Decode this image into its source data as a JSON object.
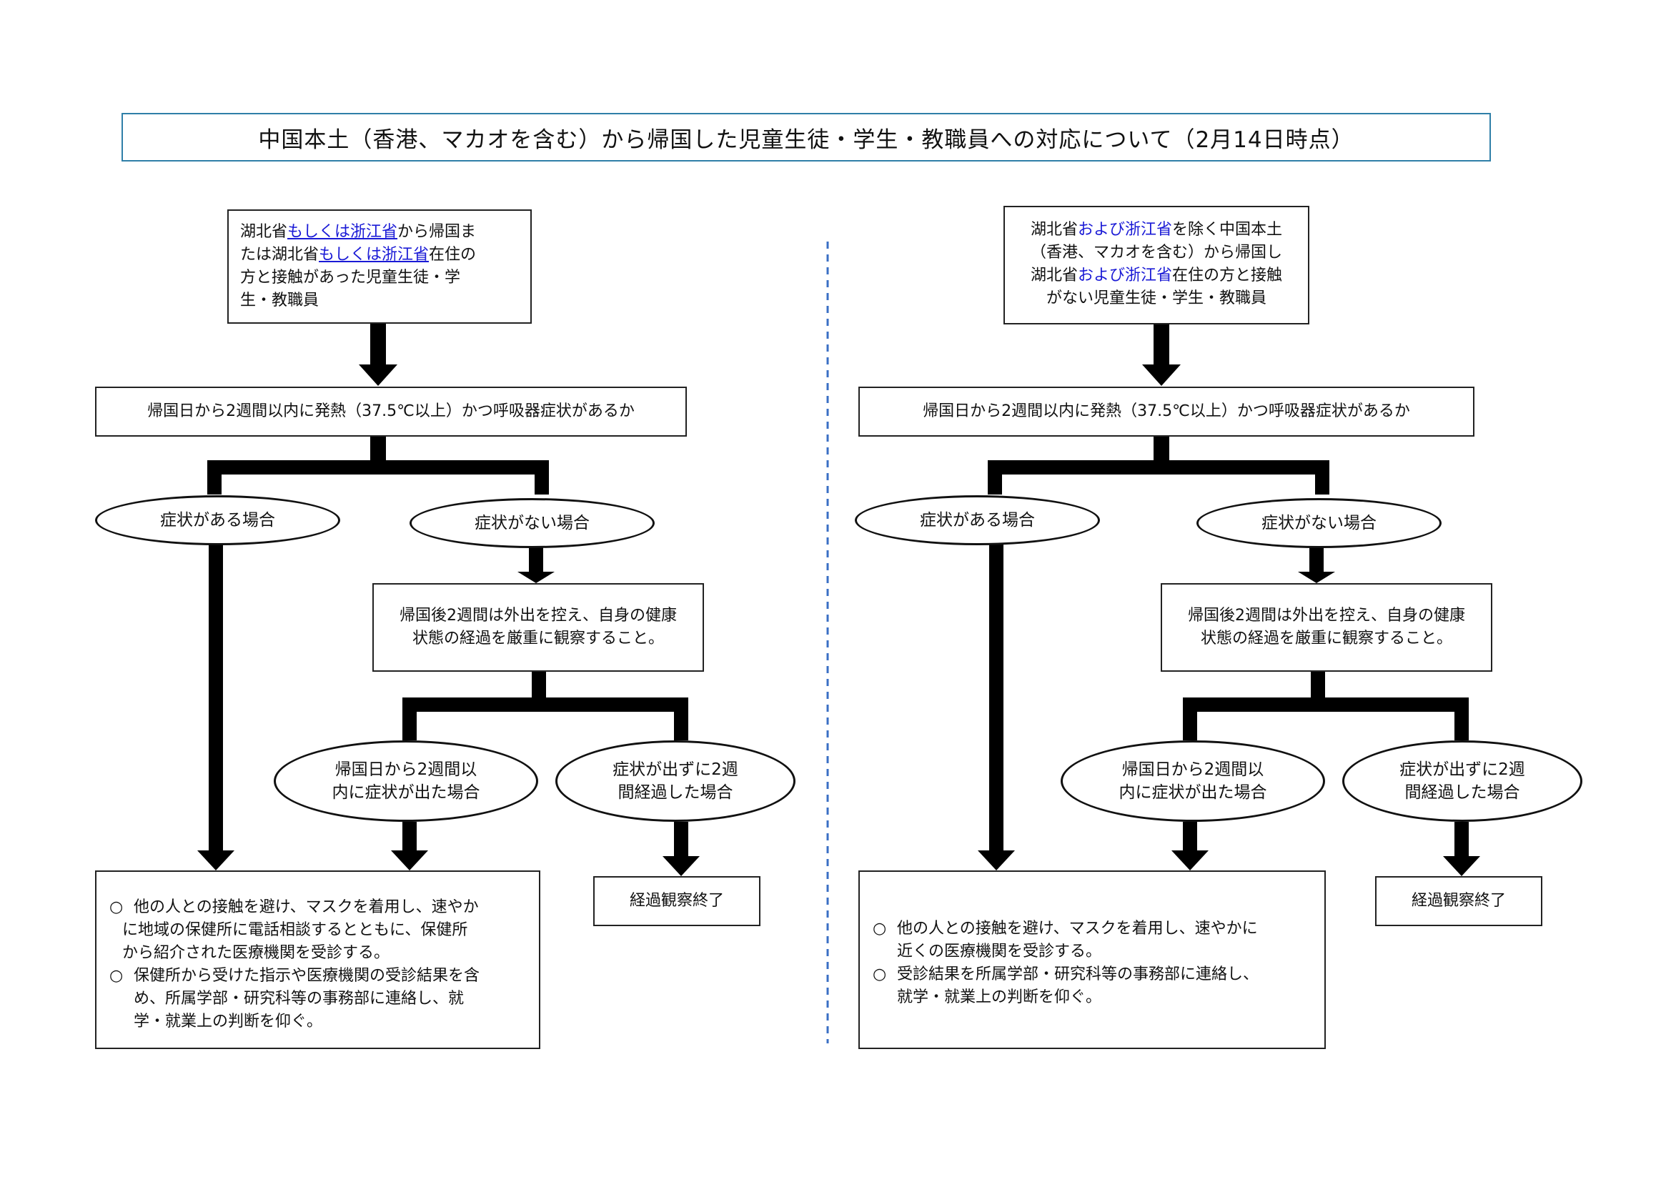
{
  "title": "中国本土（香港、マカオを含む）から帰国した児童生徒・学生・教職員への対応について（2月14日時点）",
  "left": {
    "start": {
      "line1_a": "湖北省",
      "line1_b": "もしくは浙江省",
      "line1_c": "から帰国ま",
      "line2_a": "たは湖北省",
      "line2_b": "もしくは浙江省",
      "line2_c": "在住の",
      "line3": "方と接触があった児童生徒・学",
      "line4": "生・教職員"
    },
    "question": "帰国日から2週間以内に発熱（37.5℃以上）かつ呼吸器症状があるか",
    "yes": "症状がある場合",
    "no": "症状がない場合",
    "observe_l1": "帰国後2週間は外出を控え、自身の健康",
    "observe_l2": "状態の経過を厳重に観察すること。",
    "appear_l1": "帰国日から2週間以",
    "appear_l2": "内に症状が出た場合",
    "none_l1": "症状が出ずに2週",
    "none_l2": "間経過した場合",
    "end": "経過観察終了",
    "bullet_mark": "○",
    "action1_l1": "他の人との接触を避け、マスクを着用し、速やか",
    "action1_l2": "に地域の保健所に電話相談するとともに、保健所",
    "action1_l3": "から紹介された医療機関を受診する。",
    "action2_l1": "保健所から受けた指示や医療機関の受診結果を含",
    "action2_l2": "め、所属学部・研究科等の事務部に連絡し、就",
    "action2_l3": "学・就業上の判断を仰ぐ。"
  },
  "right": {
    "start": {
      "line1_a": "湖北省",
      "line1_b": "および浙江省",
      "line1_c": "を除く中国本土",
      "line2": "（香港、マカオを含む）から帰国し",
      "line3_a": "湖北省",
      "line3_b": "および浙江省",
      "line3_c": "在住の方と接触",
      "line4": "がない児童生徒・学生・教職員"
    },
    "question": "帰国日から2週間以内に発熱（37.5℃以上）かつ呼吸器症状があるか",
    "yes": "症状がある場合",
    "no": "症状がない場合",
    "observe_l1": "帰国後2週間は外出を控え、自身の健康",
    "observe_l2": "状態の経過を厳重に観察すること。",
    "appear_l1": "帰国日から2週間以",
    "appear_l2": "内に症状が出た場合",
    "none_l1": "症状が出ずに2週",
    "none_l2": "間経過した場合",
    "end": "経過観察終了",
    "bullet_mark": "○",
    "action1_l1": "他の人との接触を避け、マスクを着用し、速やかに",
    "action1_l2": "近くの医療機関を受診する。",
    "action2_l1": "受診結果を所属学部・研究科等の事務部に連絡し、",
    "action2_l2": "就学・就業上の判断を仰ぐ。"
  },
  "colors": {
    "highlight": "#1a1ad6",
    "title_border": "#2f7fa8",
    "divider": "#3a6fc4"
  }
}
